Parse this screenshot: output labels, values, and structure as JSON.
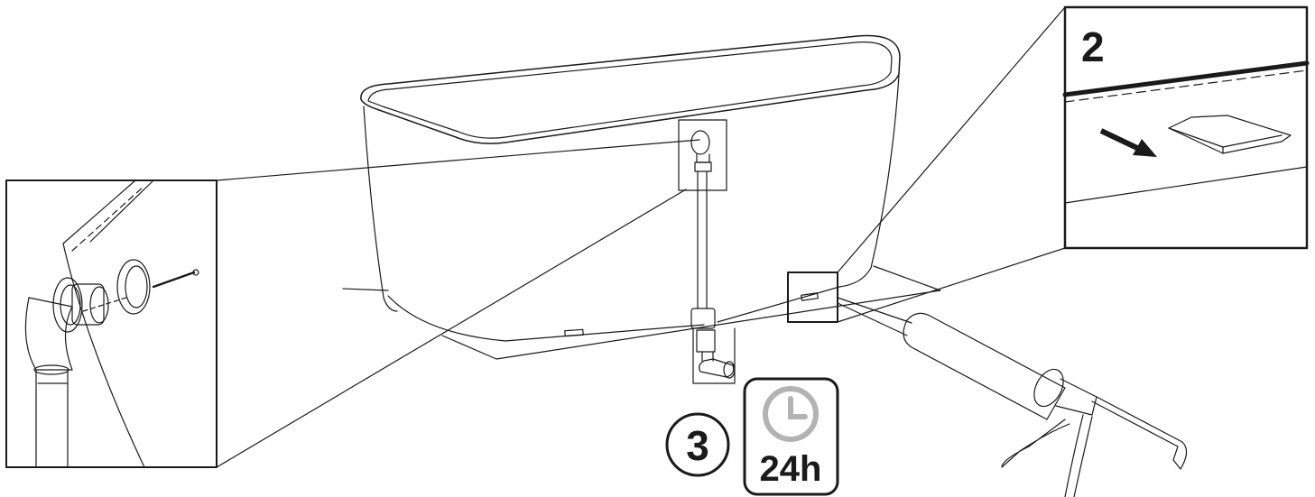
{
  "steps": {
    "detail_step_number": "2",
    "main_step_number": "3",
    "cure_time": "24h"
  },
  "icons": {
    "clock": "clock-icon",
    "arrow": "arrow-icon",
    "caulk_gun": "caulk-gun-icon"
  },
  "colors": {
    "line": "#1a1a1a",
    "clock_gray": "#b3b3b3",
    "background": "#ffffff"
  }
}
